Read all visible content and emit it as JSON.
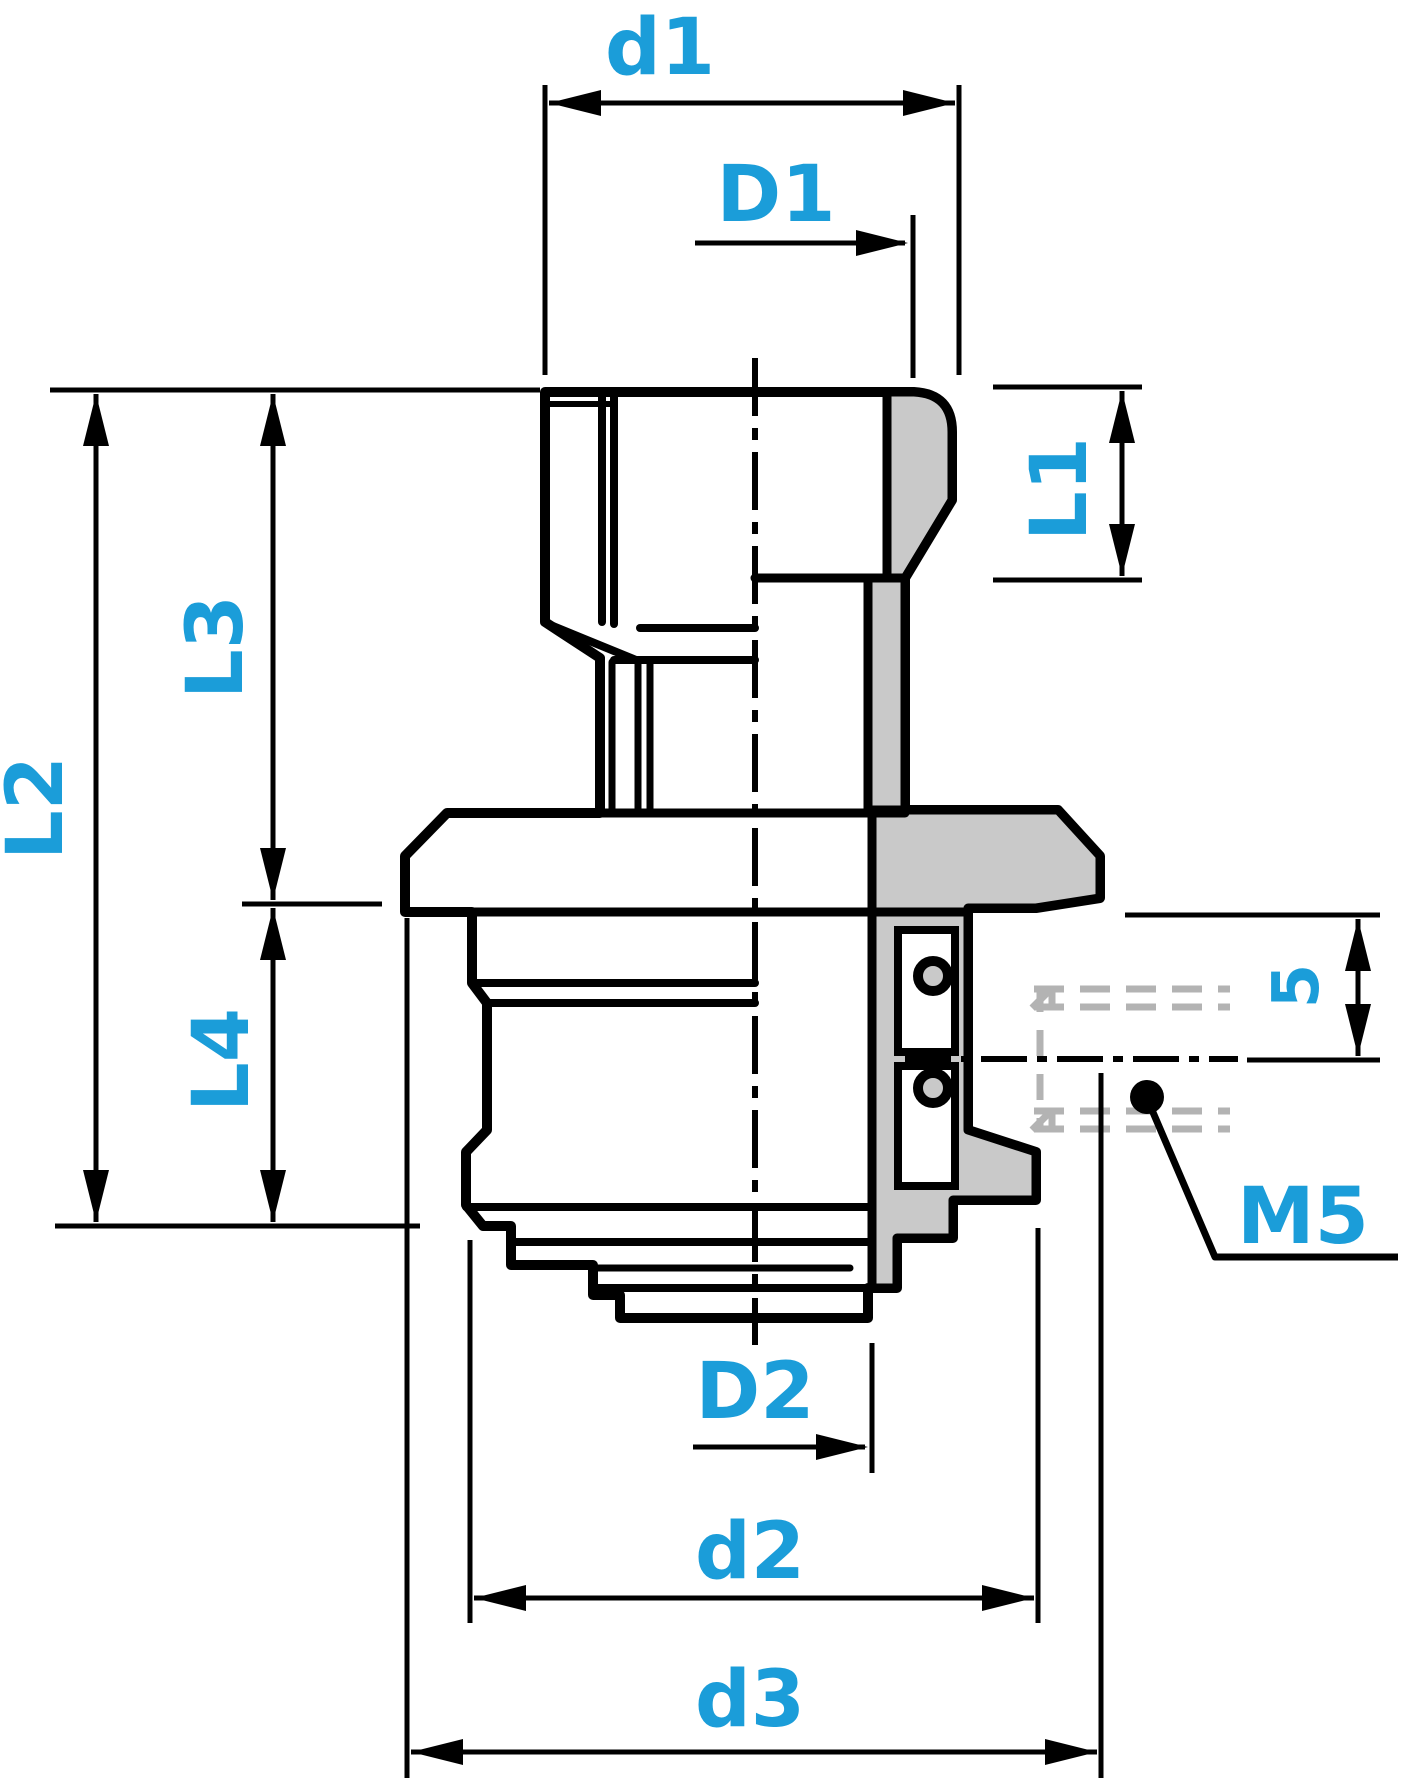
{
  "diagram": {
    "type": "technical-drawing-cross-section",
    "description": "Dimensioned side/section view of a threaded fitting",
    "colors": {
      "label_blue": "#1b9dd9",
      "line_black": "#000000",
      "section_gray": "#c9c9c9",
      "hidden_gray": "#b3b3b3",
      "background": "#ffffff"
    },
    "labels": {
      "d1": "d1",
      "D1": "D1",
      "L1": "L1",
      "L2": "L2",
      "L3": "L3",
      "L4": "L4",
      "depth5": "5",
      "thread": "M5",
      "D2": "D2",
      "d2": "d2",
      "d3": "d3"
    }
  }
}
